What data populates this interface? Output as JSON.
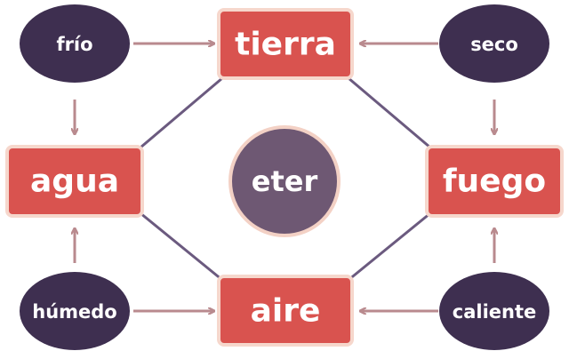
{
  "elements": {
    "tierra": "tierra",
    "agua": "agua",
    "fuego": "fuego",
    "aire": "aire"
  },
  "qualities": {
    "frio": "frío",
    "seco": "seco",
    "humedo": "húmedo",
    "caliente": "caliente"
  },
  "center": "eter",
  "colors": {
    "element_fill": "#d9534f",
    "element_border": "#f6d7cc",
    "quality_fill": "#3e2f50",
    "ether_fill": "#6e5873",
    "ether_border": "#f3d1c5",
    "arrow": "#b98a8e",
    "connector": "#6b5a7f"
  }
}
